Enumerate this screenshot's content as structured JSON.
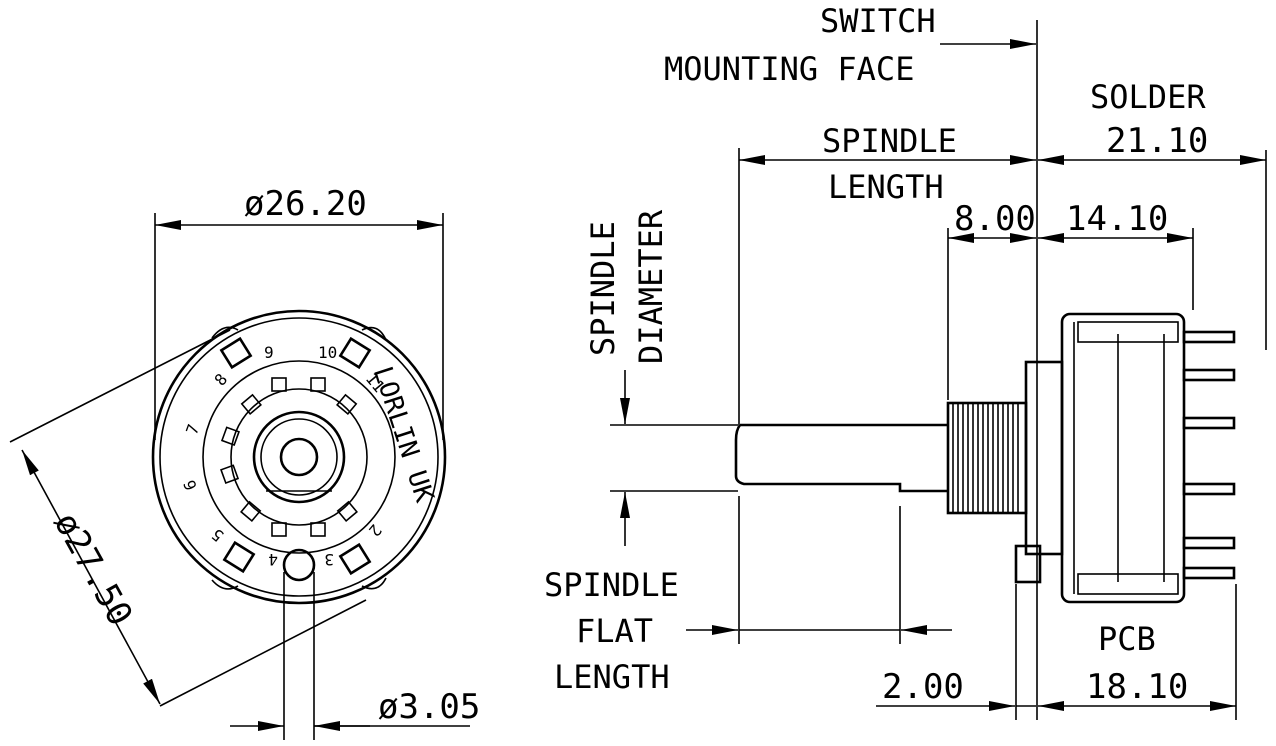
{
  "dimensions": {
    "body_diameter": "ø26.20",
    "overall_diameter": "ø27.50",
    "hole_diameter": "ø3.05",
    "solder_length": "21.10",
    "bush_length": "8.00",
    "body_length": "14.10",
    "flat_offset": "2.00",
    "pcb_length": "18.10"
  },
  "labels": {
    "switch_mounting_face_1": "SWITCH",
    "switch_mounting_face_2": "MOUNTING FACE",
    "spindle_length_1": "SPINDLE",
    "spindle_length_2": "LENGTH",
    "solder": "SOLDER",
    "spindle_diameter_1": "SPINDLE",
    "spindle_diameter_2": "DIAMETER",
    "spindle_flat_1": "SPINDLE",
    "spindle_flat_2": "FLAT",
    "spindle_flat_3": "LENGTH",
    "pcb": "PCB"
  },
  "front_view": {
    "brand_text": "LORLIN UK",
    "positions": [
      "2",
      "3",
      "4",
      "5",
      "6",
      "7",
      "8",
      "9",
      "10",
      "11"
    ]
  }
}
